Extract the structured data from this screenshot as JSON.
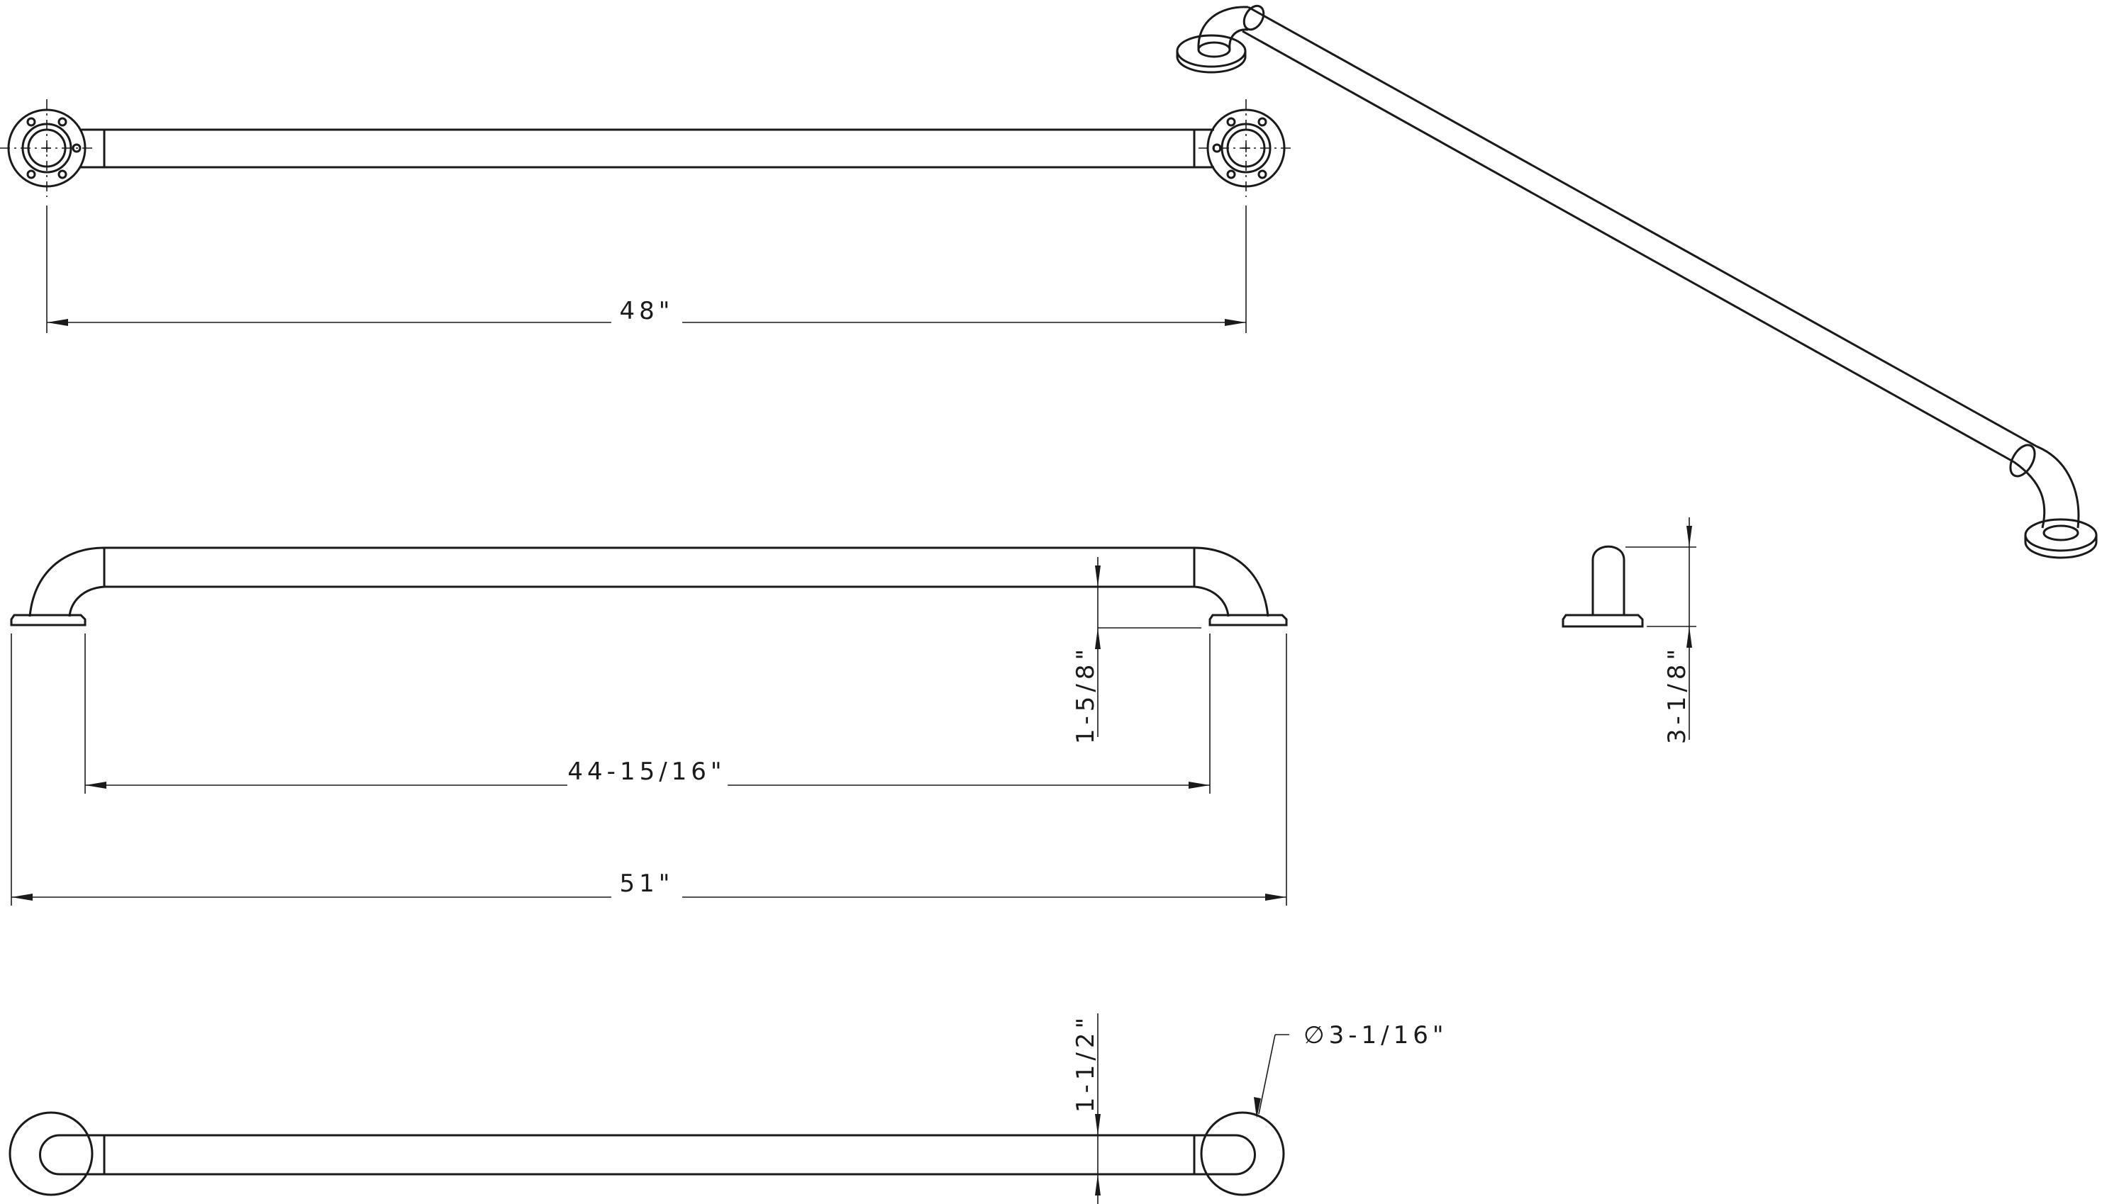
{
  "dimensions": {
    "top_view_length": "48\"",
    "flange_to_flange": "44-15/16\"",
    "overall_length": "51\"",
    "wall_clearance": "1-5/8\"",
    "side_projection": "3-1/8\"",
    "bar_diameter": "1-1/2\"",
    "flange_diameter": "∅3-1/16\""
  },
  "colors": {
    "line": "#1a1a1a",
    "background": "#ffffff"
  }
}
